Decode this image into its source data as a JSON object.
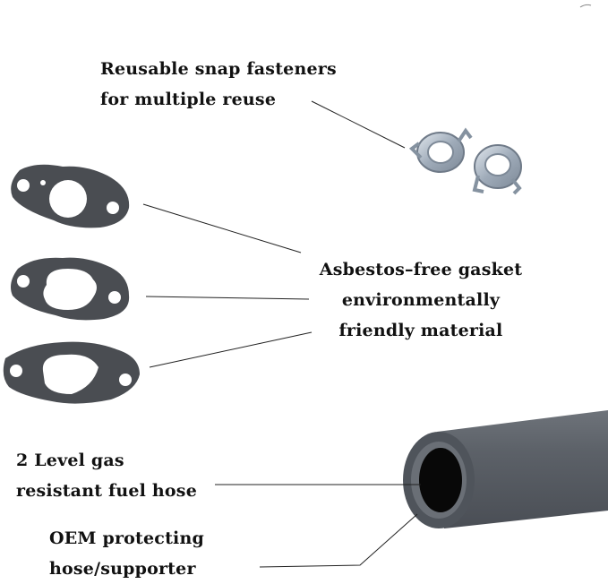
{
  "labels": {
    "fasteners": [
      "Reusable snap fasteners",
      "for multiple reuse"
    ],
    "gasket": [
      "Asbestos–free gasket",
      "environmentally",
      "friendly material"
    ],
    "hose": [
      "2 Level gas",
      "resistant fuel hose"
    ],
    "oem": [
      "OEM protecting",
      "hose/supporter"
    ]
  },
  "colors": {
    "gasket": "#4a4d52",
    "hose": "#5a5f66",
    "clip": "#aab5c2",
    "line": "#222222"
  }
}
